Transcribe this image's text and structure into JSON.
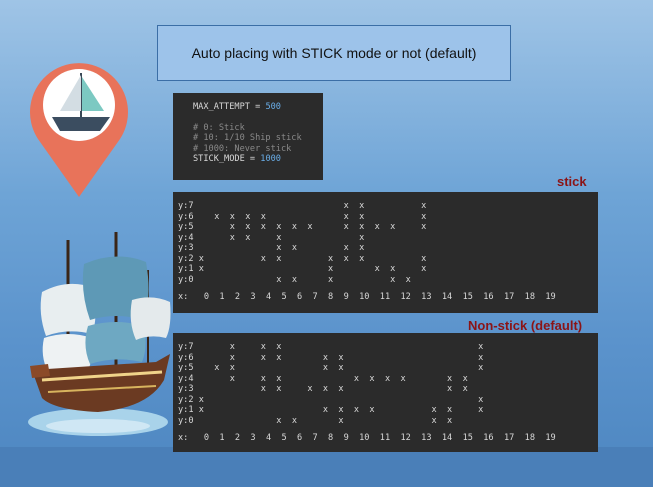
{
  "title": "Auto placing with STICK mode or not (default)",
  "code": {
    "line1_name": "MAX_ATTEMPT",
    "line1_op": " = ",
    "line1_value": "500",
    "comment1": "# 0: Stick",
    "comment2": "# 10: 1/10 Ship stick",
    "comment3": "# 1000: Never stick",
    "line5_name": "STICK_MODE",
    "line5_op": " = ",
    "line5_value": "1000"
  },
  "stick": {
    "label": "stick",
    "rows": [
      "y:7                             x  x           x",
      "y:6    x  x  x  x               x  x           x",
      "y:5       x  x  x  x  x  x      x  x  x  x     x",
      "y:4       x  x     x               x",
      "y:3                x  x         x  x",
      "y:2 x           x  x         x  x  x           x",
      "y:1 x                        x        x  x     x",
      "y:0                x  x      x           x  x"
    ],
    "x_axis": "x:   0  1  2  3  4  5  6  7  8  9  10  11  12  13  14  15  16  17  18  19"
  },
  "nonstick": {
    "label": "Non-stick (default)",
    "rows": [
      "y:7       x     x  x                                      x",
      "y:6       x     x  x        x  x                          x",
      "y:5    x  x                 x  x                          x",
      "y:4       x     x  x              x  x  x  x        x  x",
      "y:3             x  x     x  x  x                    x  x",
      "y:2 x                                                     x",
      "y:1 x                       x  x  x  x           x  x     x",
      "y:0                x  x        x                 x  x"
    ],
    "x_axis": "x:   0  1  2  3  4  5  6  7  8  9  10  11  12  13  14  15  16  17  18  19"
  },
  "icons": {
    "pin": "sailboat-location-pin-icon",
    "ship": "galleon-ship-icon"
  },
  "colors": {
    "title_box_fill": "#9dc3ea",
    "code_bg": "#2b2b2b",
    "label_red": "#8b1416",
    "pin_orange": "#e8735a"
  }
}
